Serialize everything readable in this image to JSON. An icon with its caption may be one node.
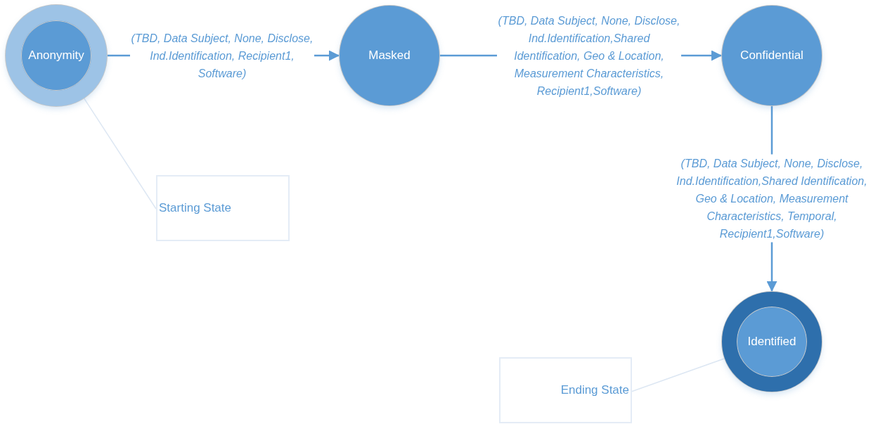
{
  "diagram": {
    "nodes": [
      {
        "text": [
          "Anonymity"
        ]
      },
      {
        "text": [
          "Masked"
        ]
      },
      {
        "text": [
          "Confidential"
        ]
      },
      {
        "text": [
          "Identified"
        ]
      },
      {
        "text": [
          "Starting State"
        ]
      },
      {
        "text": [
          "Ending State"
        ]
      }
    ],
    "edges": [
      {
        "from": 0,
        "to": 1,
        "arrow": "to",
        "label": "(TBD, Data Subject, None, Disclose, Ind.Identification, Recipient1, Software)"
      },
      {
        "from": 1,
        "to": 2,
        "arrow": "to",
        "label": "(TBD, Data Subject, None, Disclose, Ind.Identification,Shared Identification, Geo & Location, Measurement Characteristics, Recipient1,Software)"
      },
      {
        "from": 2,
        "to": 3,
        "arrow": "to",
        "label": "(TBD, Data Subject, None, Disclose, Ind.Identification,Shared Identification, Geo & Location, Measurement Characteristics, Temporal, Recipient1,Software)"
      },
      {
        "from": 4,
        "to": 0,
        "arrow": "none",
        "color": "#dde7f3"
      },
      {
        "from": 5,
        "to": 3,
        "arrow": "none",
        "color": "#dde7f3"
      }
    ]
  }
}
